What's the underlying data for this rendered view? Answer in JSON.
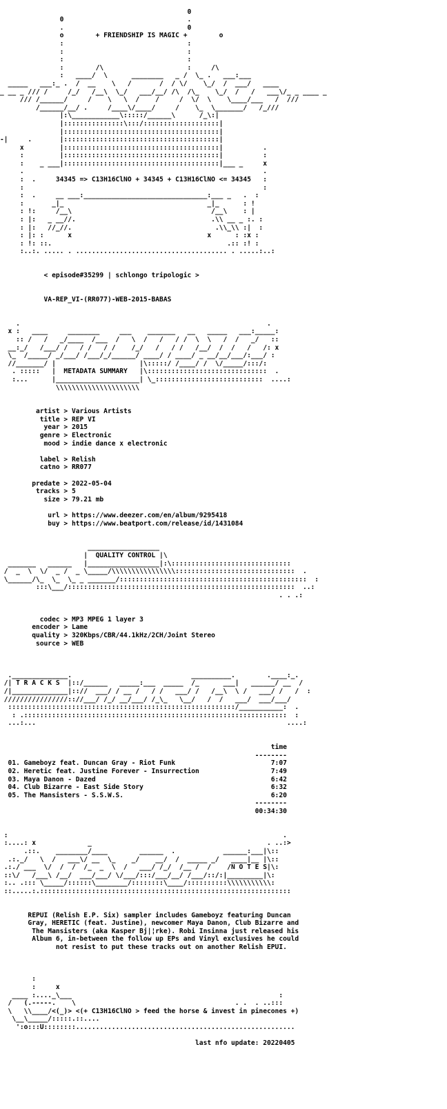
{
  "lines": [
    "",
    "                                               0",
    "               0                               .",
    "               .                               0",
    "               o        + FRIENDSHIP IS MAGIC +        o",
    "               :                               :",
    "               :                               :",
    "               :                               :",
    "               :        /\\                     :     /\\",
    "               :   ____/  \\      ________   _ /  \\_ .   ___:___",
    "  _____   ___:_ .  /  __    \\   /       /  / \\/    \\_/  /  ___/   ____",
    "_ __ _ /// /     /_/   /__\\  \\_/   ___/__/ /\\  /\\_    \\_/  /   /   ___\\/_ _ ____ _",
    "     /// /______/     /    \\   \\  /    /     /  \\/  \\    \\____/___   /  ///",
    "         /______/__/ .     /____\\/____/     /    \\_  \\_______/   /_///",
    "               |:\\____________\\:::::/______\\      /_\\:|",
    "               |:::::::::::::::\\:::/:::::::::::::::::::|",
    "               |:::::::::::::::::::::::::::::::::::::::|",
    "-|     .       |:::::::::::::::::::::::::::::::::::::::|",
    "     x         |:::::::::::::::::::::::::::::::::::::::|          .",
    "     :         |:::::::::::::::::::::::::::::::::::::::|          :",
    "     :    _ ___|:::::::::::::::::::::::::::::::::::::::|___ _     x",
    "     .                                                            .",
    "     :  .     34345 => C13H16ClNO + 34345 + C13H16ClNO <= 34345   :",
    "     :                                                            :",
    "     :  .     __ ___:_______________________________:___ _   .  :",
    "     :       _|_                                    _|_      : !",
    "     : !:     /__\\                                   /__\\    : |",
    "     : |:   _ __//.                                  .\\\\ __ _ :. :",
    "     : |:   //_//.                                    .\\\\_\\\\ :|  :",
    "     : |: :      x                                  x      : :x :",
    "     : !: ::.                                            .:: :! :",
    "     :..:. ..... . ...................................... . .....:..:",
    "",
    "",
    "           < episode#35299 | schlongo tripologic >",
    "",
    "",
    "           VA-REP_VI-(RR077)-WEB-2015-BABAS",
    "",
    "",
    "    .                                                              .",
    "  x :   ____     ________     ___    _______   __   _____   ___:_____:",
    "    :: /   /   _/____  /___  /   \\  /   /   / /  \\  \\   /  /   _/   ::",
    "  __:_/   /___/ /   / /   / /    /_/   /   / /   /__/  /  /   /   /: x",
    "  \\_  /_____/ _/___/ /___/_/______/ ____/ / ____/ _ __/__/___/:___/ :",
    "  //_______/ |                     |\\:::::/ /____/ /  \\/_____/:::/:",
    "   . :::::   |  METADATA SUMMARY   |\\::::::::::::::::::::::::::::::  .",
    "   :...      |_____________________| \\_:::::::::::::::::::::::::::  ....:",
    "              \\\\\\\\\\\\\\\\\\\\\\\\\\\\\\\\\\\\\\\\\\",
    "",
    "",
    "         artist > Various Artists",
    "          title > REP VI",
    "           year > 2015",
    "          genre > Electronic",
    "           mood > indie dance x electronic",
    "",
    "          label > Relish",
    "          catno > RR077",
    "",
    "        predate > 2022-05-04",
    "         tracks > 5",
    "           size > 79.21 mb",
    "",
    "            url > https://www.deezer.com/en/album/9295418",
    "            buy > https://www.beatport.com/release/id/1431084",
    "",
    "",
    "                      __________________",
    "                     |  QUALITY CONTROL |\\",
    "  _______   ______   |__________________|:\\::::::::::::::::::::::::::::::",
    " /  _  \\  \\/  _ /  _ \\_____/\\\\\\\\\\\\\\\\\\\\\\\\\\\\\\\\::::::::::::::::::::::::::::::  .",
    " \\______/\\_  \\_  \\_ _ _______/:::::::::::::::::::::::::::::::::::::::::::::::  :",
    "         :::\\___/:::::::::::::::::::::::::::::::::::::::::::::::::::::::::  ..:",
    "                                                                      . . .:",
    "",
    "",
    "          codec > MP3 MPEG 1 layer 3",
    "        encoder > Lame",
    "        quality > 320Kbps/CBR/44.1kHz/2CH/Joint Stereo",
    "         source > WEB",
    "",
    "",
    "",
    "  .______________.                              __________.        .____:_.",
    " /| T R A C K S  |::/______   _____:___  _____  /_      ___|   ______/ __  /",
    " /|______________|:://  ___/ / __ /   / /   ___/ /   /__\\  \\ /   ___/ /   /  :",
    " ////////////////:://___/ /_/ __/___/ /_\\_   \\__/   /  /   ___/  ___/___/",
    "  :::::::::::::::::::::::::::::::::::::::::::::::::::::::::/___________:  .",
    "   : .::::::::::::::::::::::::::::::::::::::::::::::::::::::::::::::::::  :",
    "  ...:...                                                               ....:",
    "",
    "",
    "                                                                    time",
    "                                                                --------",
    "  01. Gameboyz feat. Duncan Gray - Riot Funk                        7:07",
    "  02. Heretic feat. Justine Forever - Insurrection                  7:49",
    "  03. Maya Danon - Dazed                                            6:42",
    "  04. Club Bizarre - East Side Story                                6:32",
    "  05. The Mansisters - S.S.W.S.                                     6:20",
    "                                                                --------",
    "                                                                00:34:30",
    "",
    "",
    " :                                                                     .",
    " :....: x             _                                            . ..:>",
    "      .::.    ________/____        ______  .            ______:___|\\::",
    "  .:._/   \\  /   ___\\/ __  \\_    _/    __/  /  _____ _/   ____|__ |\\::",
    " .:./ ___  \\/  /  /  /_  _  \\  /   ___/ /_/  /__ /  /    /N O T E S|\\:",
    " ::\\/   /___\\ /__/  ___/___/ \\/___/:::/___/__/ /___/::/:|_________|\\:",
    " :.. .::: \\_____/::::::\\________/::::::::\\____/::::::::::\\\\\\\\\\\\\\\\\\\\\\:",
    " ::.....:.:::::::::::::::::::::::::::::::::::::::::::::::::::::::::::::::",
    "",
    "",
    "       REPUI (Relish E.P. Six) sampler includes Gameboyz featuring Duncan",
    "       Gray, HERETIC (feat. Justine), newcomer Maya Danon, Club Bizarre and",
    "        The Mansisters (aka Kasper Bj|¦rke). Robi Insinna just released his",
    "        Album 6, in-between the follow up EPs and Vinyl exclusives he could",
    "              not resist to put these tracks out on another Relish EPUI.",
    "",
    "",
    "",
    "        :",
    "        :     x",
    "   ____ :...._\\___                                                    :",
    "  /   (.-----.    \\                                        . .  . ..:::",
    "  \\   \\\\____/<(_)> <(+ C13H16ClNO > feed the horse & invest in pinecones +)",
    "   \\__\\_____/:::::.::....",
    "    ':o:::U::::::::.......................................................",
    "",
    "                                                 last nfo update: 20220405"
  ]
}
